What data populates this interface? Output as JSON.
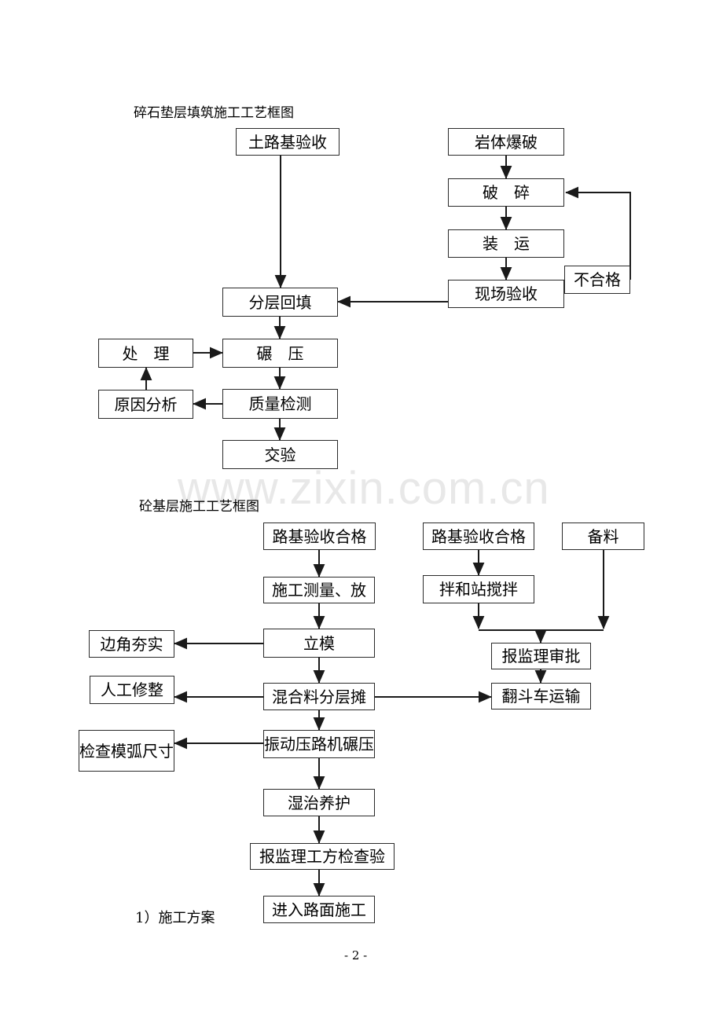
{
  "watermark": "www.zixin.com.cn",
  "footer": {
    "section_label": "1）施工方案",
    "page_number": "- 2 -"
  },
  "chart1": {
    "title": "碎石垫层填筑施工工艺框图",
    "nodes": {
      "soil_subgrade_acceptance": "土路基验收",
      "rock_blasting": "岩体爆破",
      "crushing": "破　碎",
      "loading_transport": "装　运",
      "site_acceptance": "现场验收",
      "unqualified": "不合格",
      "layered_backfill": "分层回填",
      "treatment": "处　理",
      "rolling": "碾　压",
      "cause_analysis": "原因分析",
      "quality_inspection": "质量检测",
      "handover_acceptance": "交验"
    }
  },
  "chart2": {
    "title": "砼基层施工工艺框图",
    "nodes": {
      "subgrade_accepted_left": "路基验收合格",
      "subgrade_accepted_right": "路基验收合格",
      "material_preparation": "备料",
      "survey_layout": "施工测量、放",
      "mixing_station": "拌和站搅拌",
      "formwork_erection": "立模",
      "edge_compaction": "边角夯实",
      "manual_trimming": "人工修整",
      "mix_layered_spreading": "混合料分层摊",
      "supervisor_approval": "报监理审批",
      "dump_truck_transport": "翻斗车运输",
      "check_form_arc_dimensions": "检查模弧尺寸",
      "vibratory_roller_compaction": "振动压路机碾压",
      "moist_curing": "湿治养护",
      "supervisor_method_inspection": "报监理工方检查验",
      "proceed_to_pavement": "进入路面施工"
    }
  }
}
